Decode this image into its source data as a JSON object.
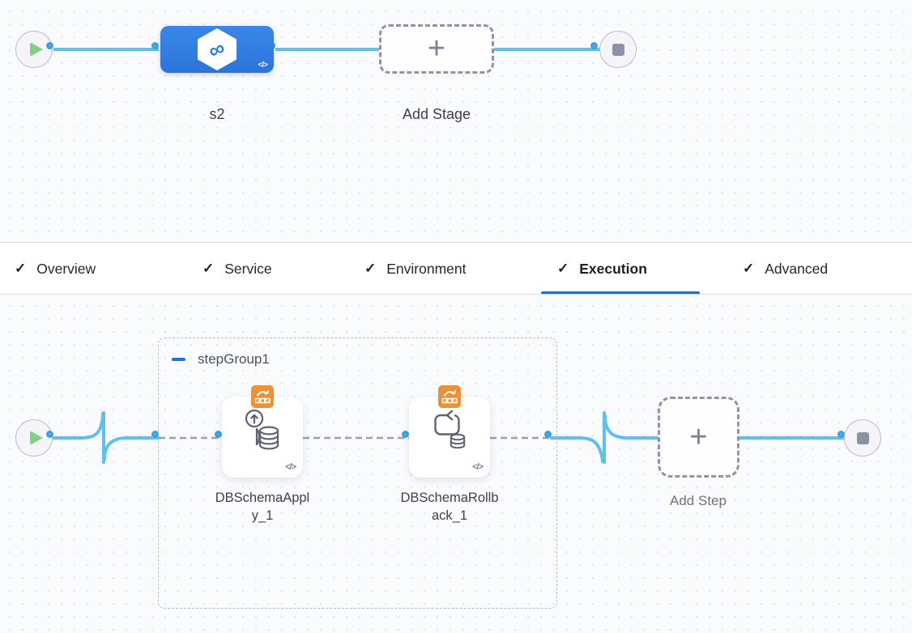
{
  "icons": {
    "check": "✓",
    "plus": "+",
    "infinity": "∞",
    "code": "</>"
  },
  "colors": {
    "accent": "#2d6cc4",
    "line": "#5fc0eb",
    "ring": "#3aa2e0",
    "stage_blue": "#2f7fe0",
    "orange": "#ee9134",
    "green": "#84cf84",
    "gray_node": "#8d91a6",
    "dash": "#9aa0b2",
    "group_border": "#8ccbf0"
  },
  "stage_canvas": {
    "stage_label": "s2",
    "add_stage_label": "Add Stage"
  },
  "tabs": [
    {
      "label": "Overview"
    },
    {
      "label": "Service"
    },
    {
      "label": "Environment"
    },
    {
      "label": "Execution",
      "active": true
    },
    {
      "label": "Advanced"
    }
  ],
  "execution_canvas": {
    "group_label": "stepGroup1",
    "steps": [
      {
        "line1": "DBSchemaAppl",
        "line2": "y_1"
      },
      {
        "line1": "DBSchemaRollb",
        "line2": "ack_1"
      }
    ],
    "add_step_label": "Add Step"
  }
}
